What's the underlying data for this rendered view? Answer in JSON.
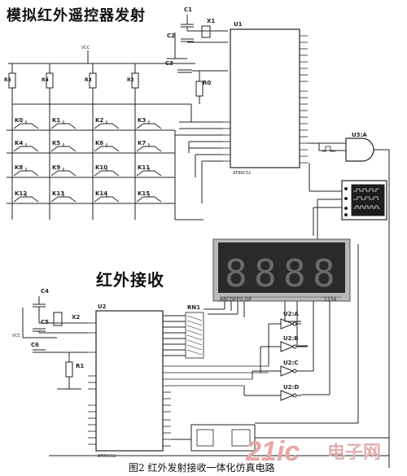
{
  "titles": {
    "transmit": "模拟红外遥控器发射",
    "receive": "红外接收",
    "caption": "图2 红外发射接收一体化仿真电路"
  },
  "watermark": {
    "logo": "21ic",
    "text": "电子网",
    "color_logo": "#e8a6a6",
    "color_text": "#e2b0b0"
  },
  "transmitter": {
    "crystal": "X1",
    "caps": [
      "C1",
      "C2",
      "C3"
    ],
    "resistor_reset": "R0",
    "mcu": "U1",
    "mcu_part": "AT89C52",
    "pullups": [
      "R5",
      "R4",
      "R3",
      "R2"
    ],
    "keys": [
      [
        "K0",
        "K1",
        "K2",
        "K3"
      ],
      [
        "K4",
        "K5",
        "K6",
        "K7"
      ],
      [
        "K8",
        "K9",
        "K10",
        "K11"
      ],
      [
        "K12",
        "K13",
        "K14",
        "K15"
      ]
    ],
    "gate": "U3:A",
    "vcc": "VCC"
  },
  "receiver": {
    "display_digits": [
      "8",
      "8",
      "8",
      "8"
    ],
    "display_pins_left": "ABCDEFG DP",
    "display_pins_right": "1234",
    "rnet": "RN1",
    "mcu": "U2",
    "mcu_part": "AT89C52",
    "crystal": "X2",
    "caps": [
      "C4",
      "C5",
      "C6"
    ],
    "resistor": "R1",
    "inverters": [
      "U2:A",
      "U2:B",
      "U2:C",
      "U2:D"
    ]
  },
  "colors": {
    "ink": "#222222",
    "display_frame": "#b9b9b9",
    "display_bg": "#2a2a2a",
    "display_segment": "#6a6a6a",
    "scope_screen": "#1d1d1d"
  }
}
